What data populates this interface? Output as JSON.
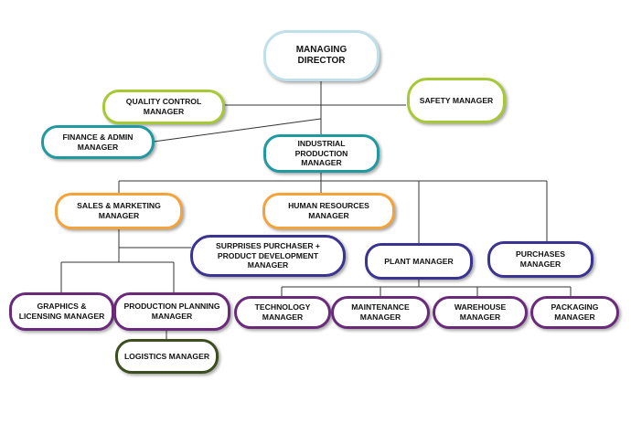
{
  "colors": {
    "light_blue": "#bfe0e8",
    "lime_green": "#a7c835",
    "teal": "#1f9aa1",
    "orange": "#f4a23a",
    "navy_purple": "#3b3391",
    "purple": "#6a2a7a",
    "dark_olive": "#3c4e1f",
    "connector": "#333333"
  },
  "nodes": {
    "managing_director": {
      "label": "MANAGING DIRECTOR",
      "color": "light_blue"
    },
    "quality_control": {
      "label": "QUALITY CONTROL MANAGER",
      "color": "lime_green"
    },
    "safety": {
      "label": "SAFETY MANAGER",
      "color": "lime_green"
    },
    "finance_admin": {
      "label": "FINANCE & ADMIN MANAGER",
      "color": "teal"
    },
    "industrial_production": {
      "label": "INDUSTRIAL PRODUCTION\nMANAGER",
      "color": "teal"
    },
    "sales_marketing": {
      "label": "SALES & MARKETING MANAGER",
      "color": "orange"
    },
    "human_resources": {
      "label": "HUMAN RESOURCES MANAGER",
      "color": "orange"
    },
    "surprises_purchaser": {
      "label": "SURPRISES PURCHASER +\nPRODUCT DEVELOPMENT MANAGER",
      "color": "navy_purple"
    },
    "plant": {
      "label": "PLANT MANAGER",
      "color": "navy_purple"
    },
    "purchases": {
      "label": "PURCHASES MANAGER",
      "color": "navy_purple"
    },
    "graphics_licensing": {
      "label": "GRAPHICS &\nLICENSING MANAGER",
      "color": "purple"
    },
    "production_planning": {
      "label": "PRODUCTION PLANNING\nMANAGER",
      "color": "purple"
    },
    "logistics": {
      "label": "LOGISTICS MANAGER",
      "color": "dark_olive"
    },
    "technology": {
      "label": "TECHNOLOGY MANAGER",
      "color": "purple"
    },
    "maintenance": {
      "label": "MAINTENANCE MANAGER",
      "color": "purple"
    },
    "warehouse": {
      "label": "WAREHOUSE MANAGER",
      "color": "purple"
    },
    "packaging": {
      "label": "PACKAGING MANAGER",
      "color": "purple"
    }
  }
}
